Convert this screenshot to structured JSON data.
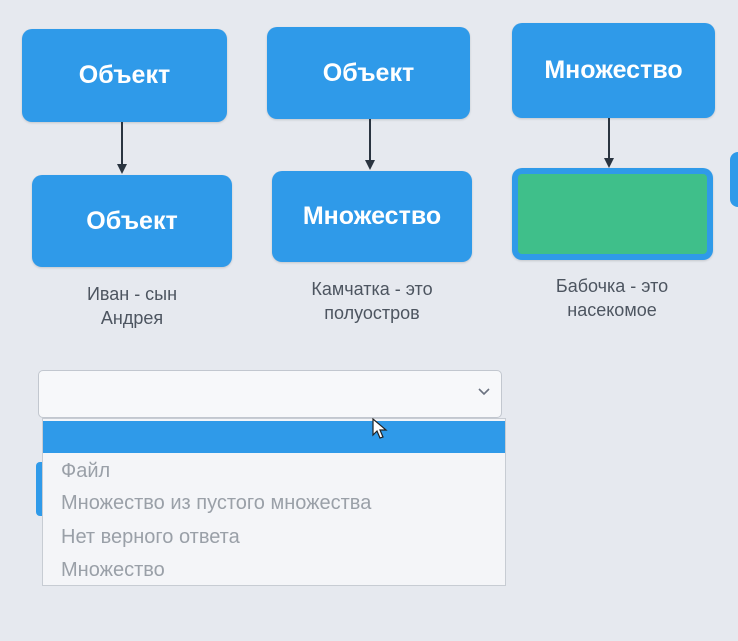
{
  "diagram": {
    "columns": [
      {
        "top_label": "Объект",
        "bottom_label": "Объект",
        "caption_line1": "Иван - сын",
        "caption_line2": "Андрея"
      },
      {
        "top_label": "Объект",
        "bottom_label": "Множество",
        "caption_line1": "Камчатка - это",
        "caption_line2": "полуостров"
      },
      {
        "top_label": "Множество",
        "bottom_label": "",
        "caption_line1": "Бабочка - это",
        "caption_line2": "насекомое"
      }
    ],
    "answer_fill_color": "#3fbf8a"
  },
  "select": {
    "value": "",
    "options": [
      "",
      "Файл",
      "Множество из пустого множества",
      "Нет верного ответа",
      "Множество"
    ]
  },
  "colors": {
    "accent": "#2f9ae9",
    "answer_green": "#3fbf8a",
    "background": "#e6e9ef"
  }
}
